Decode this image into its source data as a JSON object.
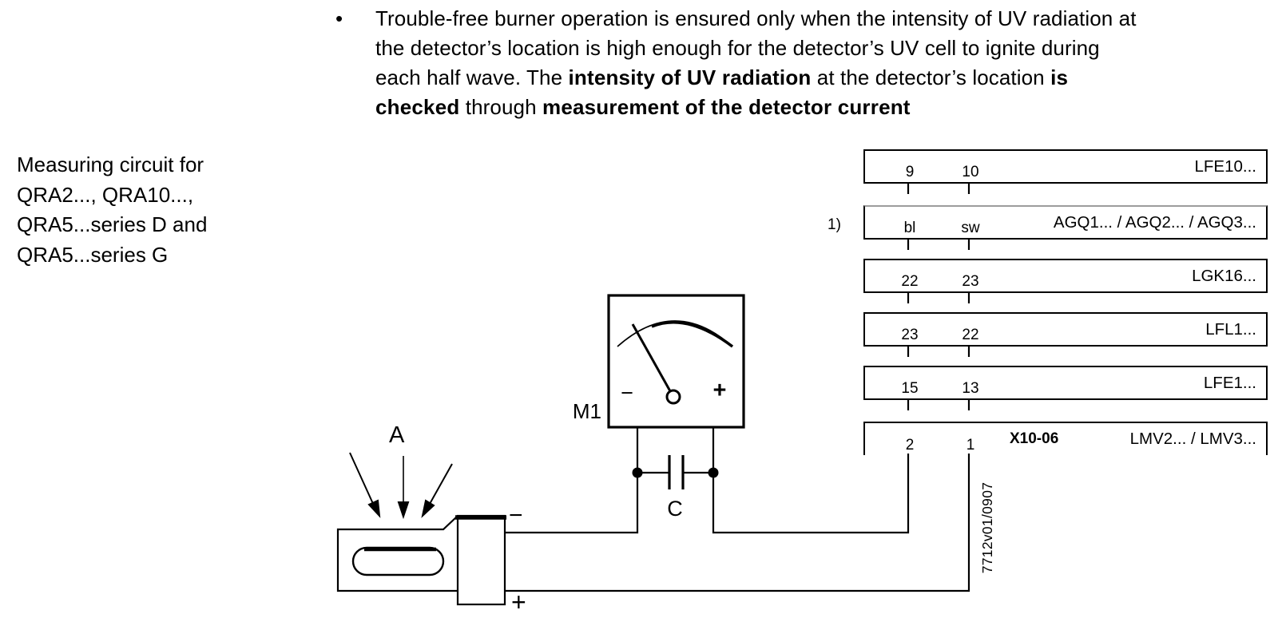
{
  "page": {
    "bullet_paragraph": {
      "bullet": "•",
      "lines": [
        [
          {
            "t": "Trouble-free burner operation is ensured only when the intensity of UV radiation at"
          }
        ],
        [
          {
            "t": "the detector’s location is high enough for the detector’s UV cell to ignite during"
          }
        ],
        [
          {
            "t": "each half wave. The "
          },
          {
            "t": "intensity of UV radiation",
            "b": true
          },
          {
            "t": " at the detector’s location "
          },
          {
            "t": "is",
            "b": true
          }
        ],
        [
          {
            "t": "checked",
            "b": true
          },
          {
            "t": " through "
          },
          {
            "t": "measurement of the detector current",
            "b": true
          }
        ]
      ]
    },
    "side_caption": "Measuring circuit for\nQRA2..., QRA10...,\nQRA5...series D and\nQRA5...series G"
  },
  "diagram": {
    "radiation_label": "A",
    "meter_label": "M1",
    "meter_minus": "−",
    "meter_plus": "+",
    "capacitor_label": "C",
    "wire_minus": "−",
    "wire_plus": "+",
    "footnote_marker": "1)",
    "doc_ref": "7712v01/0907",
    "line_color": "#000000",
    "boxes": [
      {
        "t1": "9",
        "t2": "10",
        "label": "LFE10..."
      },
      {
        "t1": "bl",
        "t2": "sw",
        "label": "AGQ1... / AGQ2... / AGQ3..."
      },
      {
        "t1": "22",
        "t2": "23",
        "label": "LGK16..."
      },
      {
        "t1": "23",
        "t2": "22",
        "label": "LFL1..."
      },
      {
        "t1": "15",
        "t2": "13",
        "label": "LFE1..."
      },
      {
        "t1": "2",
        "t2": "1",
        "label": "LMV2... / LMV3...",
        "connector": "X10-06"
      }
    ]
  }
}
